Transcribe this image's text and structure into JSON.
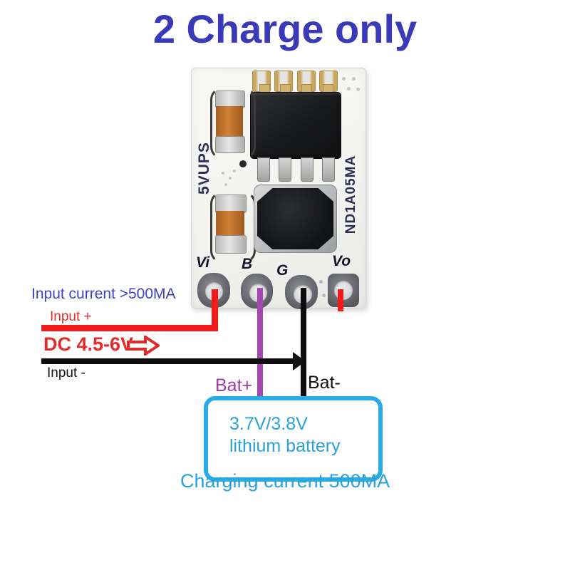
{
  "title": "2 Charge only",
  "board": {
    "silkscreen_left": "5VUPS",
    "silkscreen_right": "ND1A05MA",
    "pins": [
      {
        "label": "Vi"
      },
      {
        "label": "B"
      },
      {
        "label": "G"
      },
      {
        "label": "Vo"
      }
    ]
  },
  "input": {
    "current_note": "Input current >500MA",
    "positive_label": "Input +",
    "voltage_range": "DC 4.5-6V",
    "negative_label": "Input -"
  },
  "battery": {
    "positive_label": "Bat+",
    "negative_label": "Bat-",
    "line1": "3.7V/3.8V",
    "line2": "lithium battery",
    "charging_note": "Charging current 500MA"
  },
  "colors": {
    "title_blue": "#3a3ab8",
    "note_blue": "#3e44bc",
    "red": "#e02c2c",
    "wire_red": "#f21a1a",
    "purple_text": "#a03aaa",
    "wire_purple": "#a646b2",
    "cyan_text": "#2ba1d9",
    "battery_border": "#29ace3",
    "ink_black": "#131313",
    "silk_navy": "#2e2e54",
    "pcb_white": "#f4f4f1"
  }
}
